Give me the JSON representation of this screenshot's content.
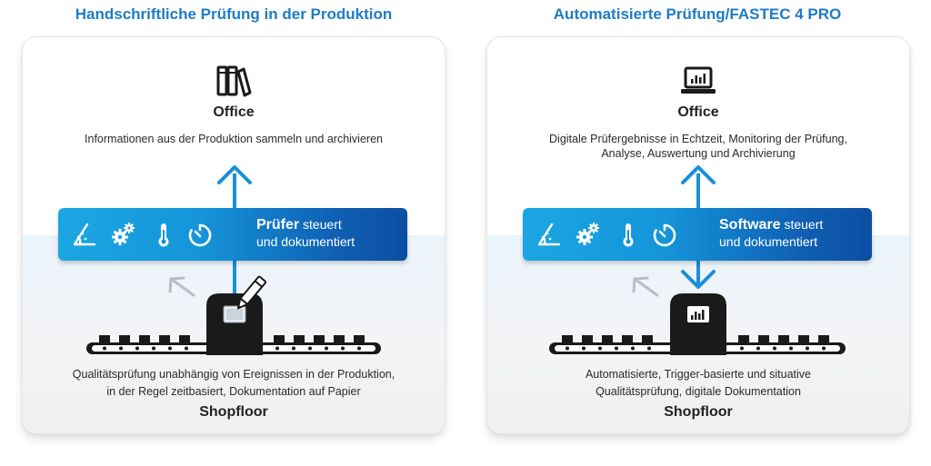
{
  "left": {
    "heading": "Handschriftliche Prüfung in der Produktion",
    "office_title": "Office",
    "office_desc": "Informationen aus der Produktion sammeln und archivieren",
    "band_bold": "Prüfer",
    "band_rest1": " steuert",
    "band_line2": "und dokumentiert",
    "shop_line1": "Qualitätsprüfung unabhängig von Ereignissen in der Produktion,",
    "shop_line2": "in der Regel zeitbasiert, Dokumentation auf Papier",
    "shop_title": "Shopfloor",
    "office_icon": "books-icon",
    "device_icon": "pencil-icon"
  },
  "right": {
    "heading": "Automatisierte Prüfung/FASTEC 4 PRO",
    "office_title": "Office",
    "office_desc_line1": "Digitale Prüfergebnisse in Echtzeit, Monitoring der Prüfung,",
    "office_desc_line2": "Analyse, Auswertung und Archivierung",
    "band_bold": "Software",
    "band_rest1": " steuert",
    "band_line2": "und dokumentiert",
    "shop_line1": "Automatisierte, Trigger-basierte und situative",
    "shop_line2": "Qualitätsprüfung, digitale Dokumentation",
    "shop_title": "Shopfloor",
    "office_icon": "laptop-chart-icon"
  },
  "band_icons": [
    "angle-measure-icon",
    "gears-icon",
    "thermometer-icon",
    "timer-icon"
  ],
  "colors": {
    "heading": "#1e7cc6",
    "arrow": "#1a8fd8",
    "band_start": "#1ba6e3",
    "band_end": "#0c4ea3",
    "dark": "#1a1a1a"
  }
}
